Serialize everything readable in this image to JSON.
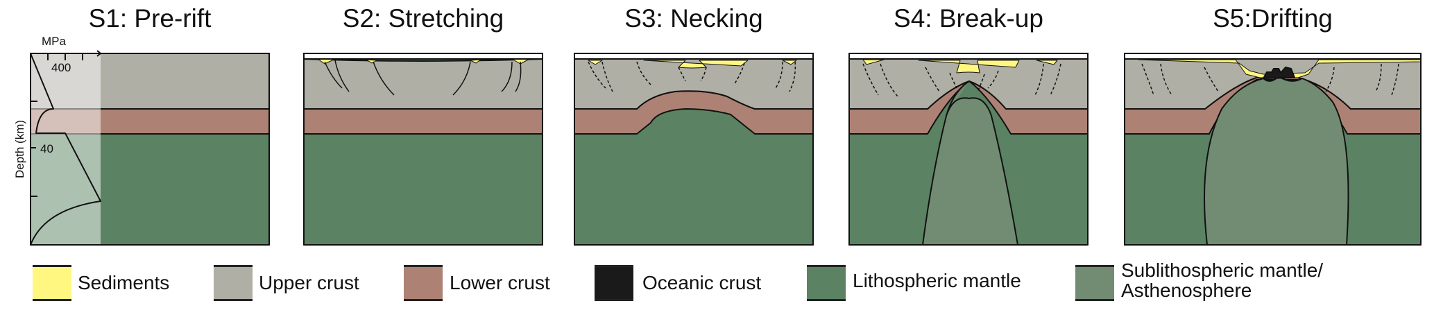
{
  "stages": [
    {
      "title": "S1: Pre-rift"
    },
    {
      "title": "S2: Stretching"
    },
    {
      "title": "S3: Necking"
    },
    {
      "title": "S4: Break-up"
    },
    {
      "title": "S5:Drifting"
    }
  ],
  "strength_profile": {
    "x_unit": "MPa",
    "x_tick_label": "400",
    "y_label": "Depth (km)",
    "y_tick_label": "40"
  },
  "legend": [
    {
      "label": "Sediments",
      "color": "#fff780"
    },
    {
      "label": "Upper crust",
      "color": "#b0afa6"
    },
    {
      "label": "Lower crust",
      "color": "#ad8275"
    },
    {
      "label": "Oceanic crust",
      "color": "#1a1a1a"
    },
    {
      "label": "Lithospheric mantle",
      "color": "#5a8263"
    },
    {
      "label": "Sublithospheric mantle/",
      "label2": "Asthenosphere",
      "color": "#718c72"
    }
  ]
}
